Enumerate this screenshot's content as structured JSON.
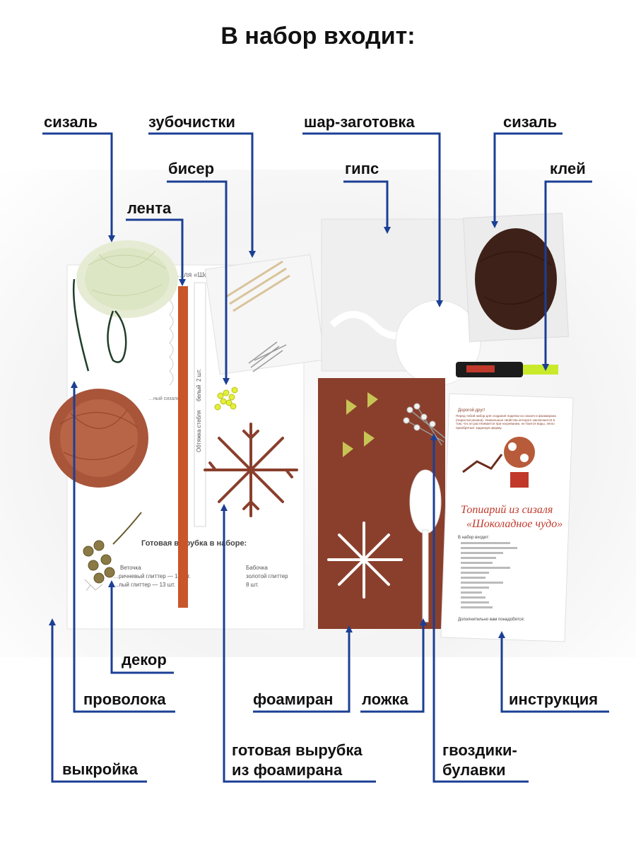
{
  "title": "В набор входит:",
  "labels": {
    "sisal_left": "сизаль",
    "toothpicks": "зубочистки",
    "ball": "шар-заготовка",
    "sisal_right": "сизаль",
    "beads": "бисер",
    "plaster": "гипс",
    "glue": "клей",
    "ribbon": "лента",
    "decor": "декор",
    "wire": "проволока",
    "foamiran": "фоамиран",
    "spoon": "ложка",
    "instruction": "инструкция",
    "pattern": "выкройка",
    "cutout_line1": "готовая вырубка",
    "cutout_line2": "из фоамирана",
    "pins_line1": "гвоздики-",
    "pins_line2": "булавки"
  },
  "photo": {
    "pattern_sheet_title": "…ля «Шокола…",
    "pattern_ready": "Готовая вырубка в наборе:",
    "pattern_twig": "Веточка",
    "pattern_brown": "…ричневый глиттер — 13 шт.",
    "pattern_white": "…лый глиттер — 13 шт.",
    "pattern_butterfly": "Бабочка",
    "pattern_gold": "золотой глиттер",
    "pattern_gold_count": "8 шт.",
    "pattern_stem": "Обтяжка стебля",
    "pattern_stem_white": "белый",
    "pattern_stem_count": "2 шт.",
    "pattern_sisal": "…ный сизаль",
    "booklet_greeting": "Дорогой друг!",
    "booklet_intro": "Перед тобой набор для создания поделки из сизаля и фоамирана (пористая резина). Уникальные свойства которого заключаются в том, что он растягивается при нагревании, не боится воды, легко приобретает заданную форму.",
    "booklet_title_1": "Топиарий из сизаля",
    "booklet_title_2": "«Шоколадное чудо»",
    "booklet_list_title": "В набор входит:",
    "booklet_more": "Дополнительно вам понадобятся:"
  },
  "colors": {
    "arrow": "#1b3f94",
    "booklet_red": "#c0392b",
    "foamiran_brown": "#8a3f2c",
    "ribbon": "#c9552a"
  }
}
